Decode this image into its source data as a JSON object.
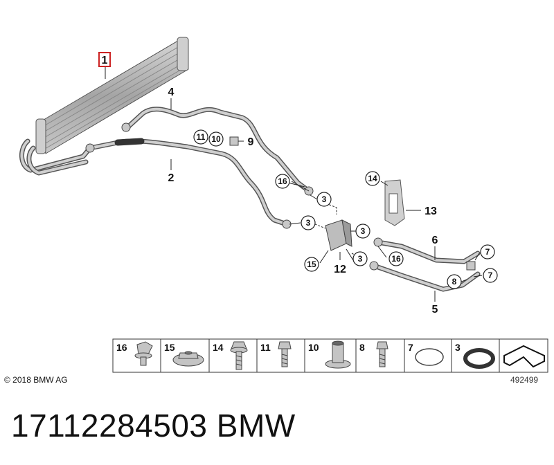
{
  "callouts": {
    "c1": "1",
    "c2": "2",
    "c3": "3",
    "c4": "4",
    "c5": "5",
    "c6": "6",
    "c7": "7",
    "c8": "8",
    "c9": "9",
    "c10": "10",
    "c11": "11",
    "c12": "12",
    "c13": "13",
    "c14": "14",
    "c15": "15",
    "c16": "16"
  },
  "parts_strip": [
    "16",
    "15",
    "14",
    "11",
    "10",
    "8",
    "7",
    "3"
  ],
  "footer": {
    "copyright": "© 2018 BMW AG",
    "diagram_id": "492499"
  },
  "part_number_line": "17112284503    BMW",
  "colors": {
    "highlight_box": "#cc2222",
    "part_gray": "#b9b9b9",
    "line": "#333333"
  }
}
